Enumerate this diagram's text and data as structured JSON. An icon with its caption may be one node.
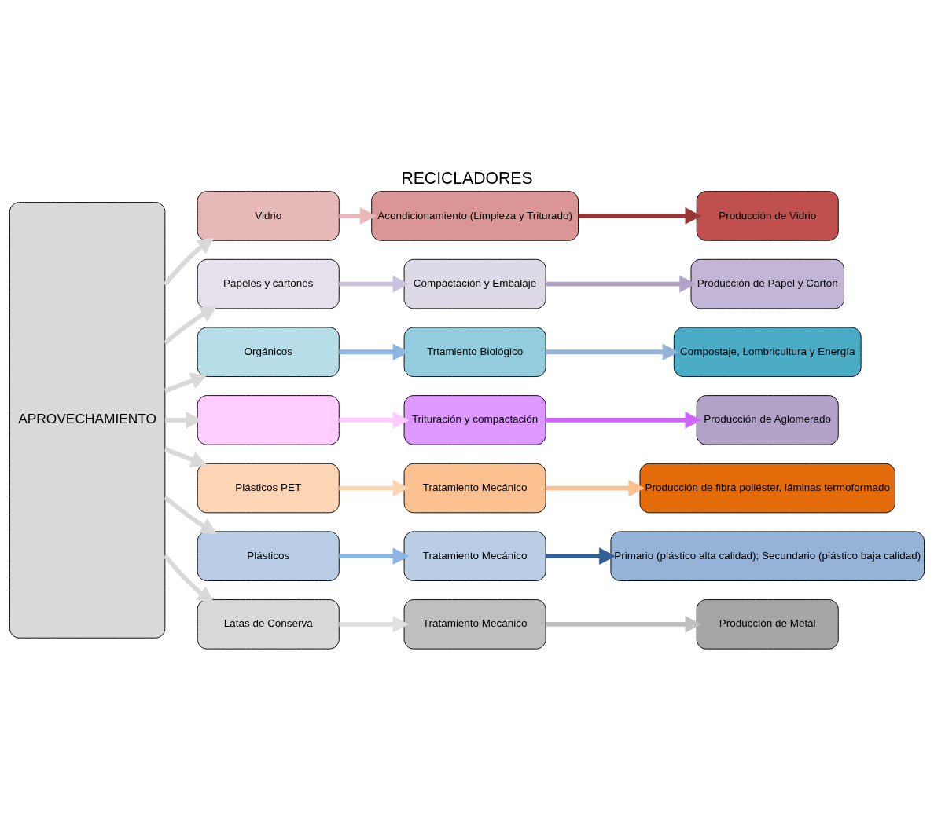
{
  "diagram": {
    "title": "RECICLADORES",
    "nodes": [
      {
        "text": [
          "APROVECHAMIENTO"
        ]
      },
      {
        "text": [
          "Vidrio"
        ]
      },
      {
        "text": [
          "Acondicionamiento (Limpieza y Triturado)"
        ]
      },
      {
        "text": [
          "Producción de Vidrio"
        ]
      },
      {
        "text": [
          "Papeles y cartones"
        ]
      },
      {
        "text": [
          "Compactación y Embalaje"
        ]
      },
      {
        "text": [
          "Producción de Papel y Cartón"
        ]
      },
      {
        "text": [
          "Orgánicos"
        ]
      },
      {
        "text": [
          "Trtamiento Biológico"
        ]
      },
      {
        "text": [
          "Compostaje, Lombricultura y Energía"
        ]
      },
      {
        "text": [],
        "shape": "box"
      },
      {
        "text": [
          "Trituración y compactación"
        ]
      },
      {
        "text": [
          "Producción de Aglomerado"
        ]
      },
      {
        "text": [
          "Plásticos PET"
        ]
      },
      {
        "text": [
          "Tratamiento Mecánico"
        ]
      },
      {
        "text": [
          "Producción de fibra poliéster, láminas termoformado"
        ]
      },
      {
        "text": [
          "Plásticos"
        ]
      },
      {
        "text": [
          "Tratamiento Mecánico"
        ]
      },
      {
        "text": [
          "Primario (plástico alta calidad); Secundario (plástico baja calidad)"
        ]
      },
      {
        "text": [
          "Latas de Conserva"
        ]
      },
      {
        "text": [
          "Tratamiento Mecánico"
        ]
      },
      {
        "text": [
          "Producción de Metal"
        ]
      }
    ],
    "edges": [
      {
        "from": 0,
        "to": 1,
        "arrow": "to",
        "color": "#d9d9d9"
      },
      {
        "from": 0,
        "to": 4,
        "arrow": "to",
        "color": "#d9d9d9"
      },
      {
        "from": 0,
        "to": 7,
        "arrow": "to",
        "color": "#d9d9d9"
      },
      {
        "from": 0,
        "to": 10,
        "arrow": "to",
        "color": "#d9d9d9"
      },
      {
        "from": 0,
        "to": 13,
        "arrow": "to",
        "color": "#d9d9d9"
      },
      {
        "from": 0,
        "to": 16,
        "arrow": "to",
        "color": "#d9d9d9"
      },
      {
        "from": 0,
        "to": 19,
        "arrow": "to",
        "color": "#d9d9d9"
      },
      {
        "from": 1,
        "to": 2,
        "arrow": "to",
        "color": "#e6b9b8"
      },
      {
        "from": 2,
        "to": 3,
        "arrow": "to",
        "color": "#953735"
      },
      {
        "from": 4,
        "to": 5,
        "arrow": "to",
        "color": "#ccc1da"
      },
      {
        "from": 5,
        "to": 6,
        "arrow": "to",
        "color": "#b3a2c7"
      },
      {
        "from": 7,
        "to": 8,
        "arrow": "to",
        "color": "#8eb4e3"
      },
      {
        "from": 8,
        "to": 9,
        "arrow": "to",
        "color": "#95b3d7"
      },
      {
        "from": 10,
        "to": 11,
        "arrow": "to",
        "color": "#ffccff"
      },
      {
        "from": 11,
        "to": 12,
        "arrow": "to",
        "color": "#cc66ff"
      },
      {
        "from": 13,
        "to": 14,
        "arrow": "to",
        "color": "#fcd5b5"
      },
      {
        "from": 14,
        "to": 15,
        "arrow": "to",
        "color": "#fac090"
      },
      {
        "from": 16,
        "to": 17,
        "arrow": "to",
        "color": "#8eb4e3"
      },
      {
        "from": 17,
        "to": 18,
        "arrow": "to",
        "color": "#366092"
      },
      {
        "from": 19,
        "to": 20,
        "arrow": "to",
        "color": "#e0e0e0"
      },
      {
        "from": 20,
        "to": 21,
        "arrow": "to",
        "color": "#bfbfbf"
      }
    ]
  }
}
